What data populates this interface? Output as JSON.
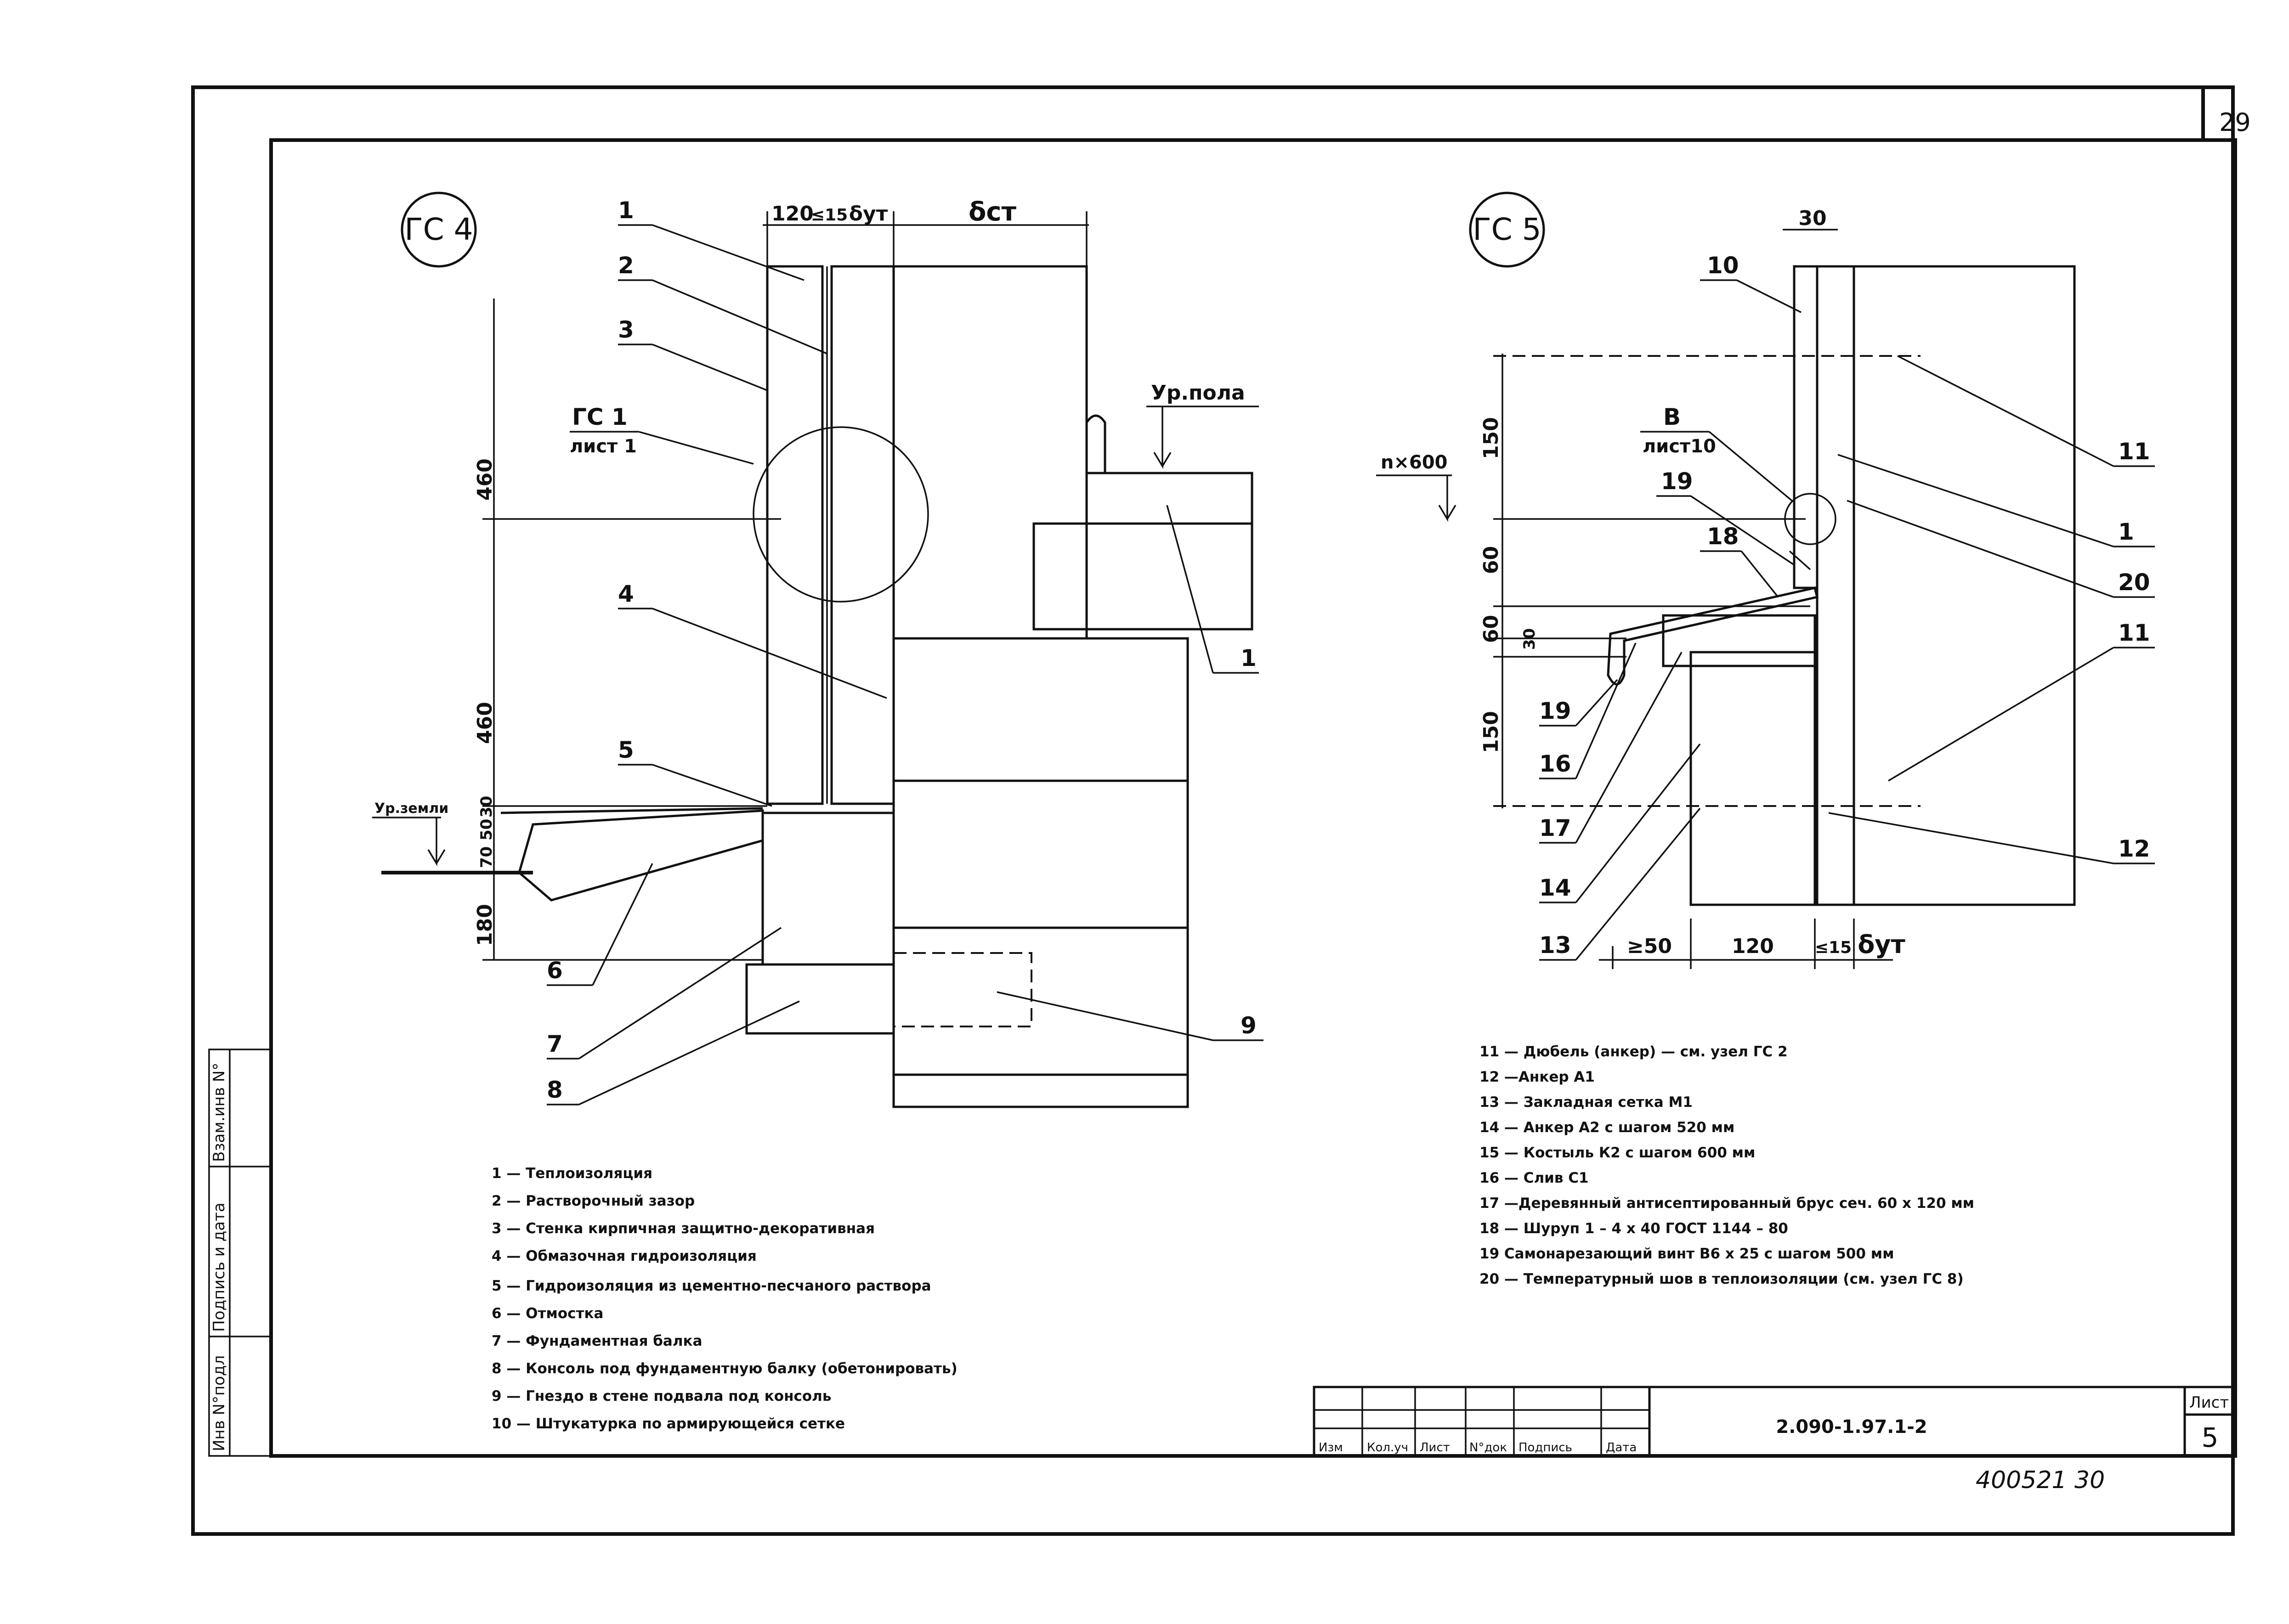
{
  "sheet": {
    "page_number": "29",
    "doc_code": "2.090-1.97.1-2",
    "sheet_label": "Лист",
    "sheet_number": "5",
    "handwritten_note": "400521   30",
    "title_block_labels": [
      "Изм",
      "Кол.уч",
      "Лист",
      "N°док",
      "Подпись",
      "Дата"
    ],
    "side_stamp": [
      "Инв N°подл",
      "Подпись и дата",
      "Взам.инв N°"
    ]
  },
  "gc4": {
    "title": "ГС 4",
    "dims_top": {
      "brick": "120",
      "gap": "≤15",
      "ins": "δут",
      "wall": "δст"
    },
    "dims_left": {
      "upper": "460",
      "lower": "460",
      "a": "30",
      "b": "50",
      "c": "70",
      "d": "180"
    },
    "ground_level": "Ур.земли",
    "floor_level": "Ур.пола",
    "ref_node": "ГС 1",
    "ref_sheet": "лист 1",
    "callouts": [
      "1",
      "2",
      "3",
      "4",
      "5",
      "6",
      "7",
      "8",
      "9",
      "1"
    ]
  },
  "gc5": {
    "title": "ГС 5",
    "dims_top": "30",
    "dims_left": {
      "a": "150",
      "b": "60",
      "c": "60",
      "d": "30",
      "e": "150"
    },
    "pitch": "n×600",
    "ref_node": "В",
    "ref_sheet": "лист10",
    "dims_bottom": {
      "a": "≥50",
      "b": "120",
      "c": "≤15",
      "d": "δут"
    },
    "callouts": [
      "10",
      "19",
      "18",
      "19",
      "16",
      "17",
      "14",
      "13",
      "11",
      "1",
      "20",
      "11",
      "12"
    ]
  },
  "legend_left": [
    "1 — Теплоизоляция",
    "2 — Растворочный зазор",
    "3 — Стенка кирпичная защитно-декоративная",
    "4 — Обмазочная гидроизоляция",
    "5 — Гидроизоляция из цементно-песчаного раствора",
    "6 — Отмостка",
    "7 — Фундаментная балка",
    "8 — Консоль под фундаментную балку (обетонировать)",
    "9 — Гнездо в стене подвала под консоль",
    "10 — Штукатурка по армирующейся сетке"
  ],
  "legend_right": [
    "11 — Дюбель (анкер) — см. узел ГС 2",
    "12 —Анкер А1",
    "13 — Закладная сетка М1",
    "14 — Анкер А2 с шагом 520 мм",
    "15 — Костыль К2 с шагом 600 мм",
    "16 — Слив С1",
    "17 —Деревянный антисептированный брус сеч. 60 х 120 мм",
    "18 — Шуруп 1 – 4 х 40 ГОСТ 1144 – 80",
    "19 Самонарезающий винт В6 х 25  с шагом 500 мм",
    "20 — Температурный шов в теплоизоляции (см. узел ГС 8)"
  ]
}
